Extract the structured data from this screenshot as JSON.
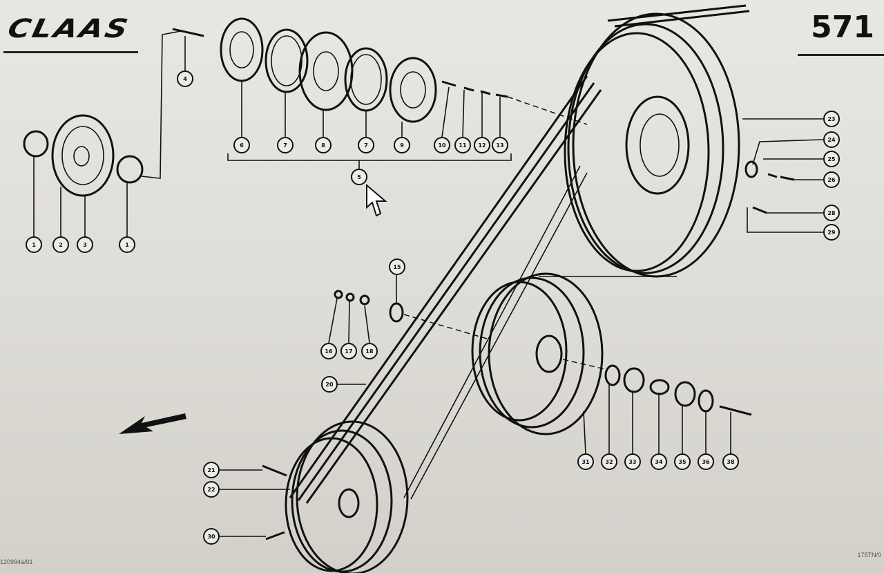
{
  "header": {
    "brand": "CLAAS",
    "page_number": "571"
  },
  "footer": {
    "left_code": "120994a/01",
    "right_code": "175TN/0"
  },
  "callouts": [
    "1",
    "2",
    "3",
    "1",
    "4",
    "6",
    "7",
    "8",
    "7",
    "9",
    "10",
    "11",
    "12",
    "13",
    "5",
    "15",
    "16",
    "17",
    "18",
    "20",
    "21",
    "22",
    "30",
    "31",
    "32",
    "33",
    "34",
    "35",
    "36",
    "38",
    "23",
    "24",
    "25",
    "26",
    "28",
    "29"
  ]
}
